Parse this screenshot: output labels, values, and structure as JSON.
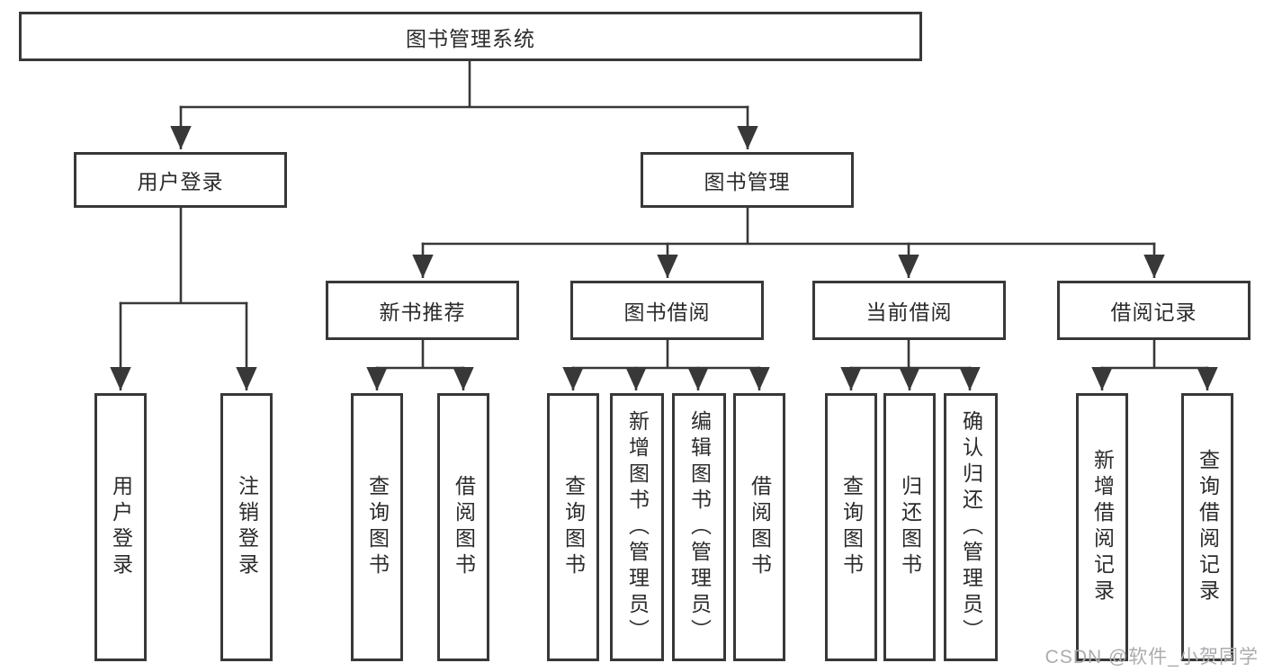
{
  "diagram": {
    "title": "图书管理系统",
    "level2": [
      {
        "label": "用户登录",
        "children": [
          "用户登录",
          "注销登录"
        ]
      },
      {
        "label": "图书管理"
      }
    ],
    "level3": [
      {
        "label": "新书推荐",
        "children": [
          "查询图书",
          "借阅图书"
        ]
      },
      {
        "label": "图书借阅",
        "children": [
          "查询图书",
          "新增图书（管理员）",
          "编辑图书（管理员）",
          "借阅图书"
        ]
      },
      {
        "label": "当前借阅",
        "children": [
          "查询图书",
          "归还图书",
          "确认归还（管理员）"
        ]
      },
      {
        "label": "借阅记录",
        "children": [
          "新增借阅记录",
          "查询借阅记录"
        ]
      }
    ]
  },
  "watermark": "CSDN @软件_小贺同学",
  "colors": {
    "line": "#383838",
    "text": "#2b2b2b",
    "watermark": "#ababb0",
    "background": "#ffffff"
  }
}
